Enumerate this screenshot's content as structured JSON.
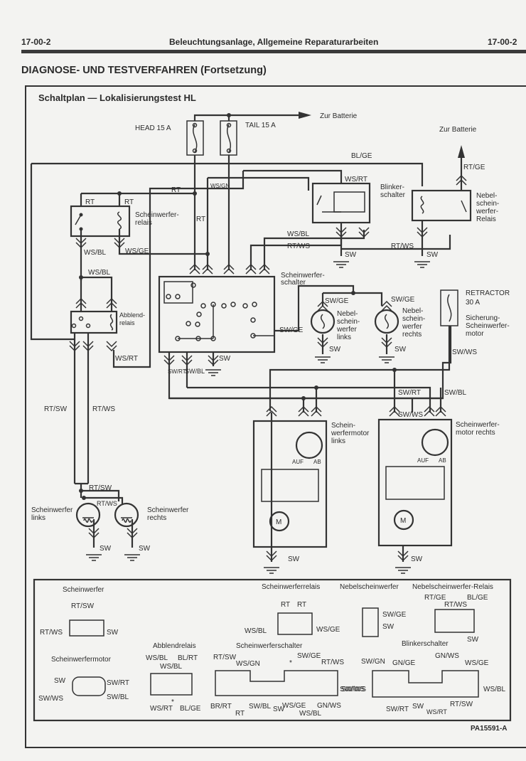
{
  "header": {
    "page_left": "17-00-2",
    "title": "Beleuchtungsanlage, Allgemeine Reparaturarbeiten",
    "page_right": "17-00-2"
  },
  "section_title": "DIAGNOSE- UND TESTVERFAHREN (Fortsetzung)",
  "diagram": {
    "title": "Schaltplan — Lokalisierungstest HL",
    "figure_id": "PA15591-A",
    "fuses": {
      "head": "HEAD 15 A",
      "tail": "TAIL 15 A",
      "retractor_line1": "RETRACTOR",
      "retractor_line2": "30 A",
      "retractor_desc": [
        "Sicherung-",
        "Scheinwerfer-",
        "motor"
      ]
    },
    "battery_labels": [
      "Zur Batterie",
      "Zur Batterie"
    ],
    "components": {
      "headlamp_relay": [
        "Scheinwerfer-",
        "relais"
      ],
      "dimmer_relay": [
        "Abblend-",
        "relais"
      ],
      "headlamp_switch": [
        "Scheinwerfer-",
        "schalter"
      ],
      "turn_switch": [
        "Blinker-",
        "schalter"
      ],
      "fog_relay": [
        "Nebel-",
        "schein-",
        "werfer-",
        "Relais"
      ],
      "fog_left": [
        "Nebel-",
        "schein-",
        "werfer",
        "links"
      ],
      "fog_right": [
        "Nebel-",
        "schein-",
        "werfer",
        "rechts"
      ],
      "motor_left": [
        "Schein-",
        "werfermotor",
        "links"
      ],
      "motor_right": [
        "Scheinwerfer-",
        "motor rechts"
      ],
      "lamp_left": [
        "Scheinwerfer",
        "links"
      ],
      "lamp_right": [
        "Scheinwerfer",
        "rechts"
      ],
      "motor_symbol": "M",
      "up": "AUF",
      "down": "AB"
    },
    "wires": {
      "bl_ge": "BL/GE",
      "rt_ge": "RT/GE",
      "rt": "RT",
      "ws_gn": "WS/GN",
      "ws_rt": "WS/RT",
      "ws_bl": "WS/BL",
      "ws_ge": "WS/GE",
      "rt_ws": "RT/WS",
      "rt_sw": "RT/SW",
      "sw": "SW",
      "sw_ge": "SW/GE",
      "sw_rt": "SW/RT",
      "sw_bl": "SW/BL",
      "sw_ws": "SW/WS"
    }
  },
  "legend": {
    "scheinwerfer": {
      "title": "Scheinwerfer",
      "top": "RT/SW",
      "left": "RT/WS",
      "right": "SW"
    },
    "motor": {
      "title": "Scheinwerfermotor",
      "left_top": "SW",
      "left_bottom": "SW/WS",
      "right_top": "SW/RT",
      "right_bottom": "SW/BL"
    },
    "relais": {
      "title": "Scheinwerferrelais",
      "top1": "RT",
      "top2": "RT",
      "left": "WS/BL",
      "right": "WS/GE"
    },
    "abblend": {
      "title": "Abblendrelais",
      "top1": "WS/BL",
      "top2": "BL/RT",
      "top_mid": "WS/BL",
      "bottom1": "WS/RT",
      "bottom_mark": "*",
      "bottom2": "BL/GE"
    },
    "nebel": {
      "title": "Nebelscheinwerfer",
      "top": "SW/GE",
      "bottom": "SW"
    },
    "nebel_relais": {
      "title": "Nebelscheinwerfer-Relais",
      "top1": "RT/GE",
      "top2": "BL/GE",
      "top_mid": "RT/WS",
      "bottom": "SW"
    },
    "schalter": {
      "title": "Scheinwerferschalter",
      "top": [
        "RT/SW",
        "WS/GN",
        "*",
        "SW/GE",
        "RT/WS"
      ],
      "bottom": [
        "BR/RT",
        "RT",
        "SW/BL",
        "SW",
        "WS/GE",
        "WS/BL",
        "GN/WS"
      ],
      "right": "SW/WS"
    },
    "blinker": {
      "title": "Blinkerschalter",
      "top": [
        "SW/GN",
        "GN/GE",
        "GN/WS",
        "WS/GE"
      ],
      "left": "SW/WS",
      "right": "WS/BL",
      "bottom": [
        "SW/RT",
        "SW",
        "WS/RT",
        "RT/SW"
      ]
    }
  }
}
